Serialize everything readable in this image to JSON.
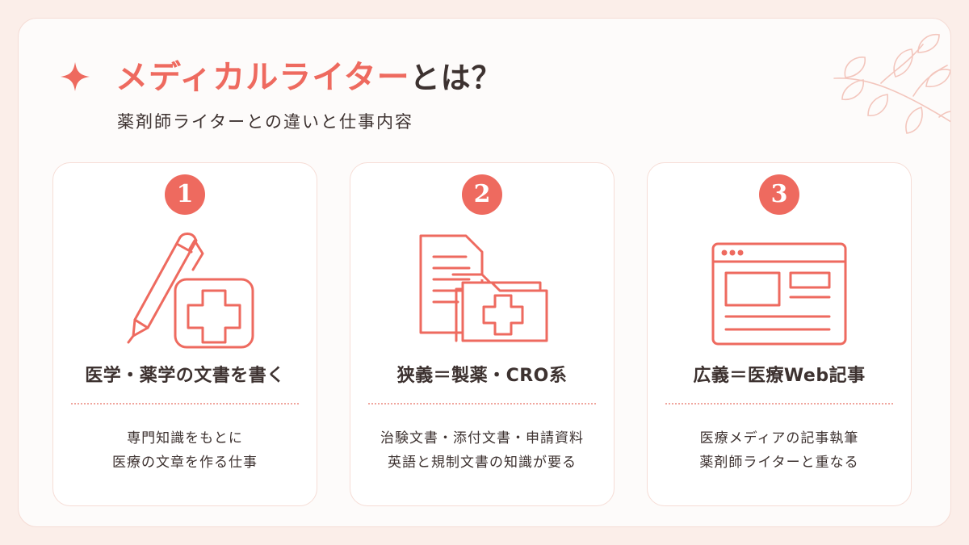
{
  "colors": {
    "accent": "#ee6a5f",
    "text": "#3d3230",
    "background": "#fbeee9",
    "card_border": "#f6ddd6"
  },
  "header": {
    "icon": "sparkle-icon",
    "title_accent": "メディカルライター",
    "title_rest": "とは？",
    "subtitle": "薬剤師ライターとの違いと仕事内容"
  },
  "decoration": {
    "icon": "leaf-branch-icon"
  },
  "cards": [
    {
      "number": "1",
      "icon": "pen-and-medical-cross-icon",
      "title": "医学・薬学の文書を書く",
      "desc": [
        "専門知識をもとに",
        "医療の文章を作る仕事"
      ]
    },
    {
      "number": "2",
      "icon": "document-and-medical-folder-icon",
      "title": "狭義＝製薬・CRO系",
      "desc": [
        "治験文書・添付文書・申請資料",
        "英語と規制文書の知識が要る"
      ]
    },
    {
      "number": "3",
      "icon": "web-page-icon",
      "title": "広義＝医療Web記事",
      "desc": [
        "医療メディアの記事執筆",
        "薬剤師ライターと重なる"
      ]
    }
  ]
}
